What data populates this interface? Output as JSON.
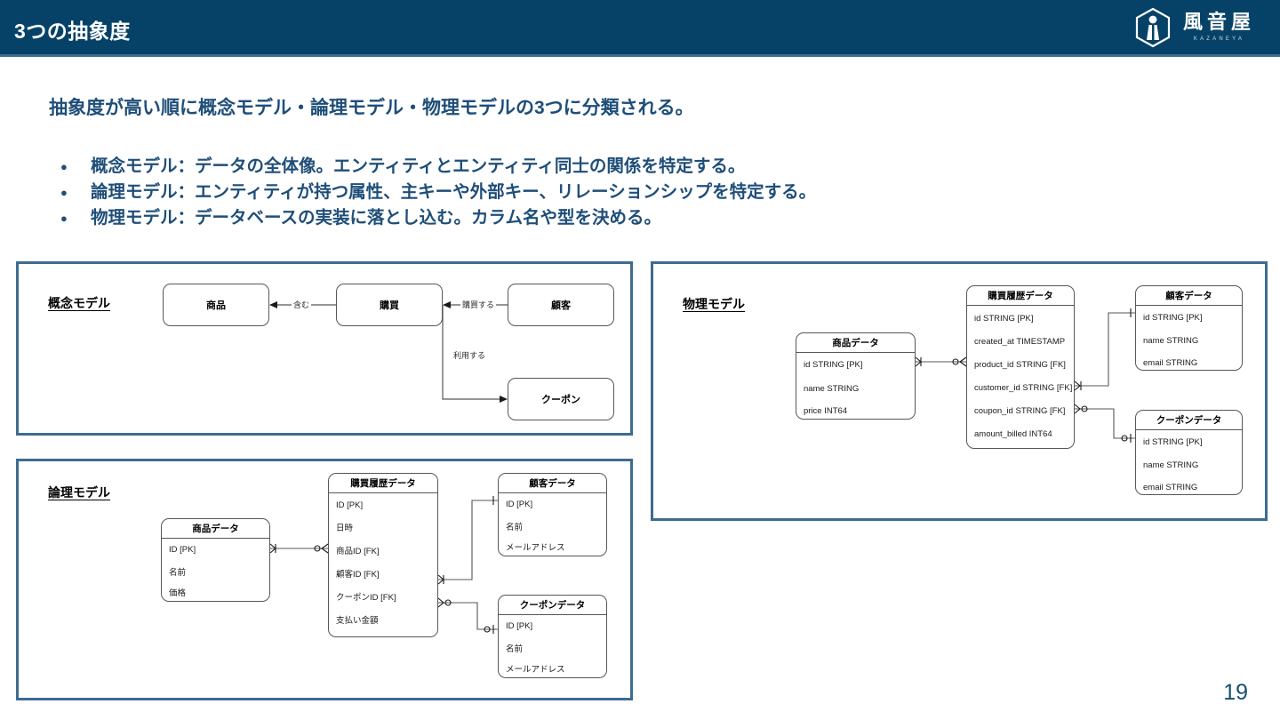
{
  "header": {
    "title": "3つの抽象度",
    "logo_name": "風音屋",
    "logo_sub": "KAZANEYA",
    "logo_icon": "kazaneya-hexagon-logo",
    "bg_color": "#064267",
    "accent_color": "#3d6b92"
  },
  "lead": "抽象度が高い順に概念モデル・論理モデル・物理モデルの3つに分類される。",
  "bullets": [
    {
      "marker": "●",
      "text": "概念モデル：データの全体像。エンティティとエンティティ同士の関係を特定する。"
    },
    {
      "marker": "●",
      "text": "論理モデル：エンティティが持つ属性、主キーや外部キー、リレーションシップを特定する。"
    },
    {
      "marker": "●",
      "text": "物理モデル：データベースの実装に落とし込む。カラム名や型を決める。"
    }
  ],
  "conceptual": {
    "title": "概念モデル",
    "entities": [
      {
        "label": "商品"
      },
      {
        "label": "購買"
      },
      {
        "label": "顧客"
      },
      {
        "label": "クーポン"
      }
    ],
    "edge_labels": [
      {
        "label": "含む"
      },
      {
        "label": "購買する"
      },
      {
        "label": "利用する"
      }
    ]
  },
  "logical": {
    "title": "論理モデル",
    "tables": [
      {
        "name": "商品データ",
        "fields": [
          "ID [PK]",
          "名前",
          "価格"
        ]
      },
      {
        "name": "購買履歴データ",
        "fields": [
          "ID [PK]",
          "日時",
          "商品ID [FK]",
          "顧客ID [FK]",
          "クーポンID [FK]",
          "支払い金額"
        ]
      },
      {
        "name": "顧客データ",
        "fields": [
          "ID [PK]",
          "名前",
          "メールアドレス"
        ]
      },
      {
        "name": "クーポンデータ",
        "fields": [
          "ID [PK]",
          "名前",
          "メールアドレス"
        ]
      }
    ]
  },
  "physical": {
    "title": "物理モデル",
    "tables": [
      {
        "name": "商品データ",
        "fields": [
          "id STRING [PK]",
          "name STRING",
          "price INT64"
        ]
      },
      {
        "name": "購買履歴データ",
        "fields": [
          "id STRING [PK]",
          "created_at TIMESTAMP",
          "product_id STRING [FK]",
          "customer_id STRING [FK]",
          "coupon_id STRING [FK]",
          "amount_billed INT64"
        ]
      },
      {
        "name": "顧客データ",
        "fields": [
          "id STRING [PK]",
          "name STRING",
          "email STRING"
        ]
      },
      {
        "name": "クーポンデータ",
        "fields": [
          "id STRING [PK]",
          "name STRING",
          "email STRING"
        ]
      }
    ]
  },
  "page_number": "19",
  "colors": {
    "panel_border": "#3d6b92",
    "text_blue": "#1f4e79",
    "box_stroke": "#55575a"
  }
}
